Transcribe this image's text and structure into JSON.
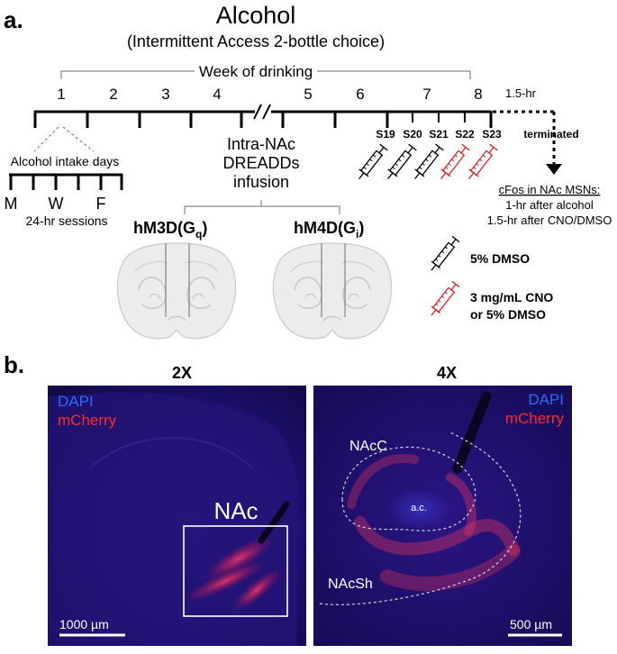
{
  "panel_a": {
    "label": "a.",
    "title": "Alcohol",
    "subtitle": "(Intermittent Access 2-bottle choice)",
    "week_axis_label": "Week of drinking",
    "weeks": [
      "1",
      "2",
      "3",
      "4",
      "5",
      "6",
      "7",
      "8"
    ],
    "delay_label": "1.5-hr",
    "terminated_label": "terminated",
    "sessions": [
      "S19",
      "S20",
      "S21",
      "S22",
      "S23"
    ],
    "intake_days_label": "Alcohol intake days",
    "days": [
      "M",
      "W",
      "F"
    ],
    "sessions_note": "24-hr sessions",
    "infusion_label": [
      "Intra-NAc",
      "DREADDs",
      "infusion"
    ],
    "dreadd_left": {
      "base": "hM3D(G",
      "sub": "q",
      "close": ")"
    },
    "dreadd_right": {
      "base": "hM4D(G",
      "sub": "i",
      "close": ")"
    },
    "cfos_title": "cFos in NAc MSNs:",
    "cfos_lines": [
      "1-hr after alcohol",
      "1.5-hr after CNO/DMSO"
    ],
    "legend_black": "5% DMSO",
    "legend_red": [
      "3 mg/mL CNO",
      "or 5% DMSO"
    ],
    "colors": {
      "vehicle": "#000000",
      "cno": "#e0202a"
    }
  },
  "panel_b": {
    "label": "b.",
    "left": {
      "magnification": "2X",
      "dapi": "DAPI",
      "mcherry": "mCherry",
      "region": "NAc",
      "scale": "1000 µm"
    },
    "right": {
      "magnification": "4X",
      "dapi": "DAPI",
      "mcherry": "mCherry",
      "core": "NAcC",
      "shell": "NAcSh",
      "ac": "a.c.",
      "scale": "500 µm"
    },
    "colors": {
      "dapi": "#2f6bff",
      "mcherry": "#ff2a2a",
      "tissue": "#1c1066"
    }
  }
}
